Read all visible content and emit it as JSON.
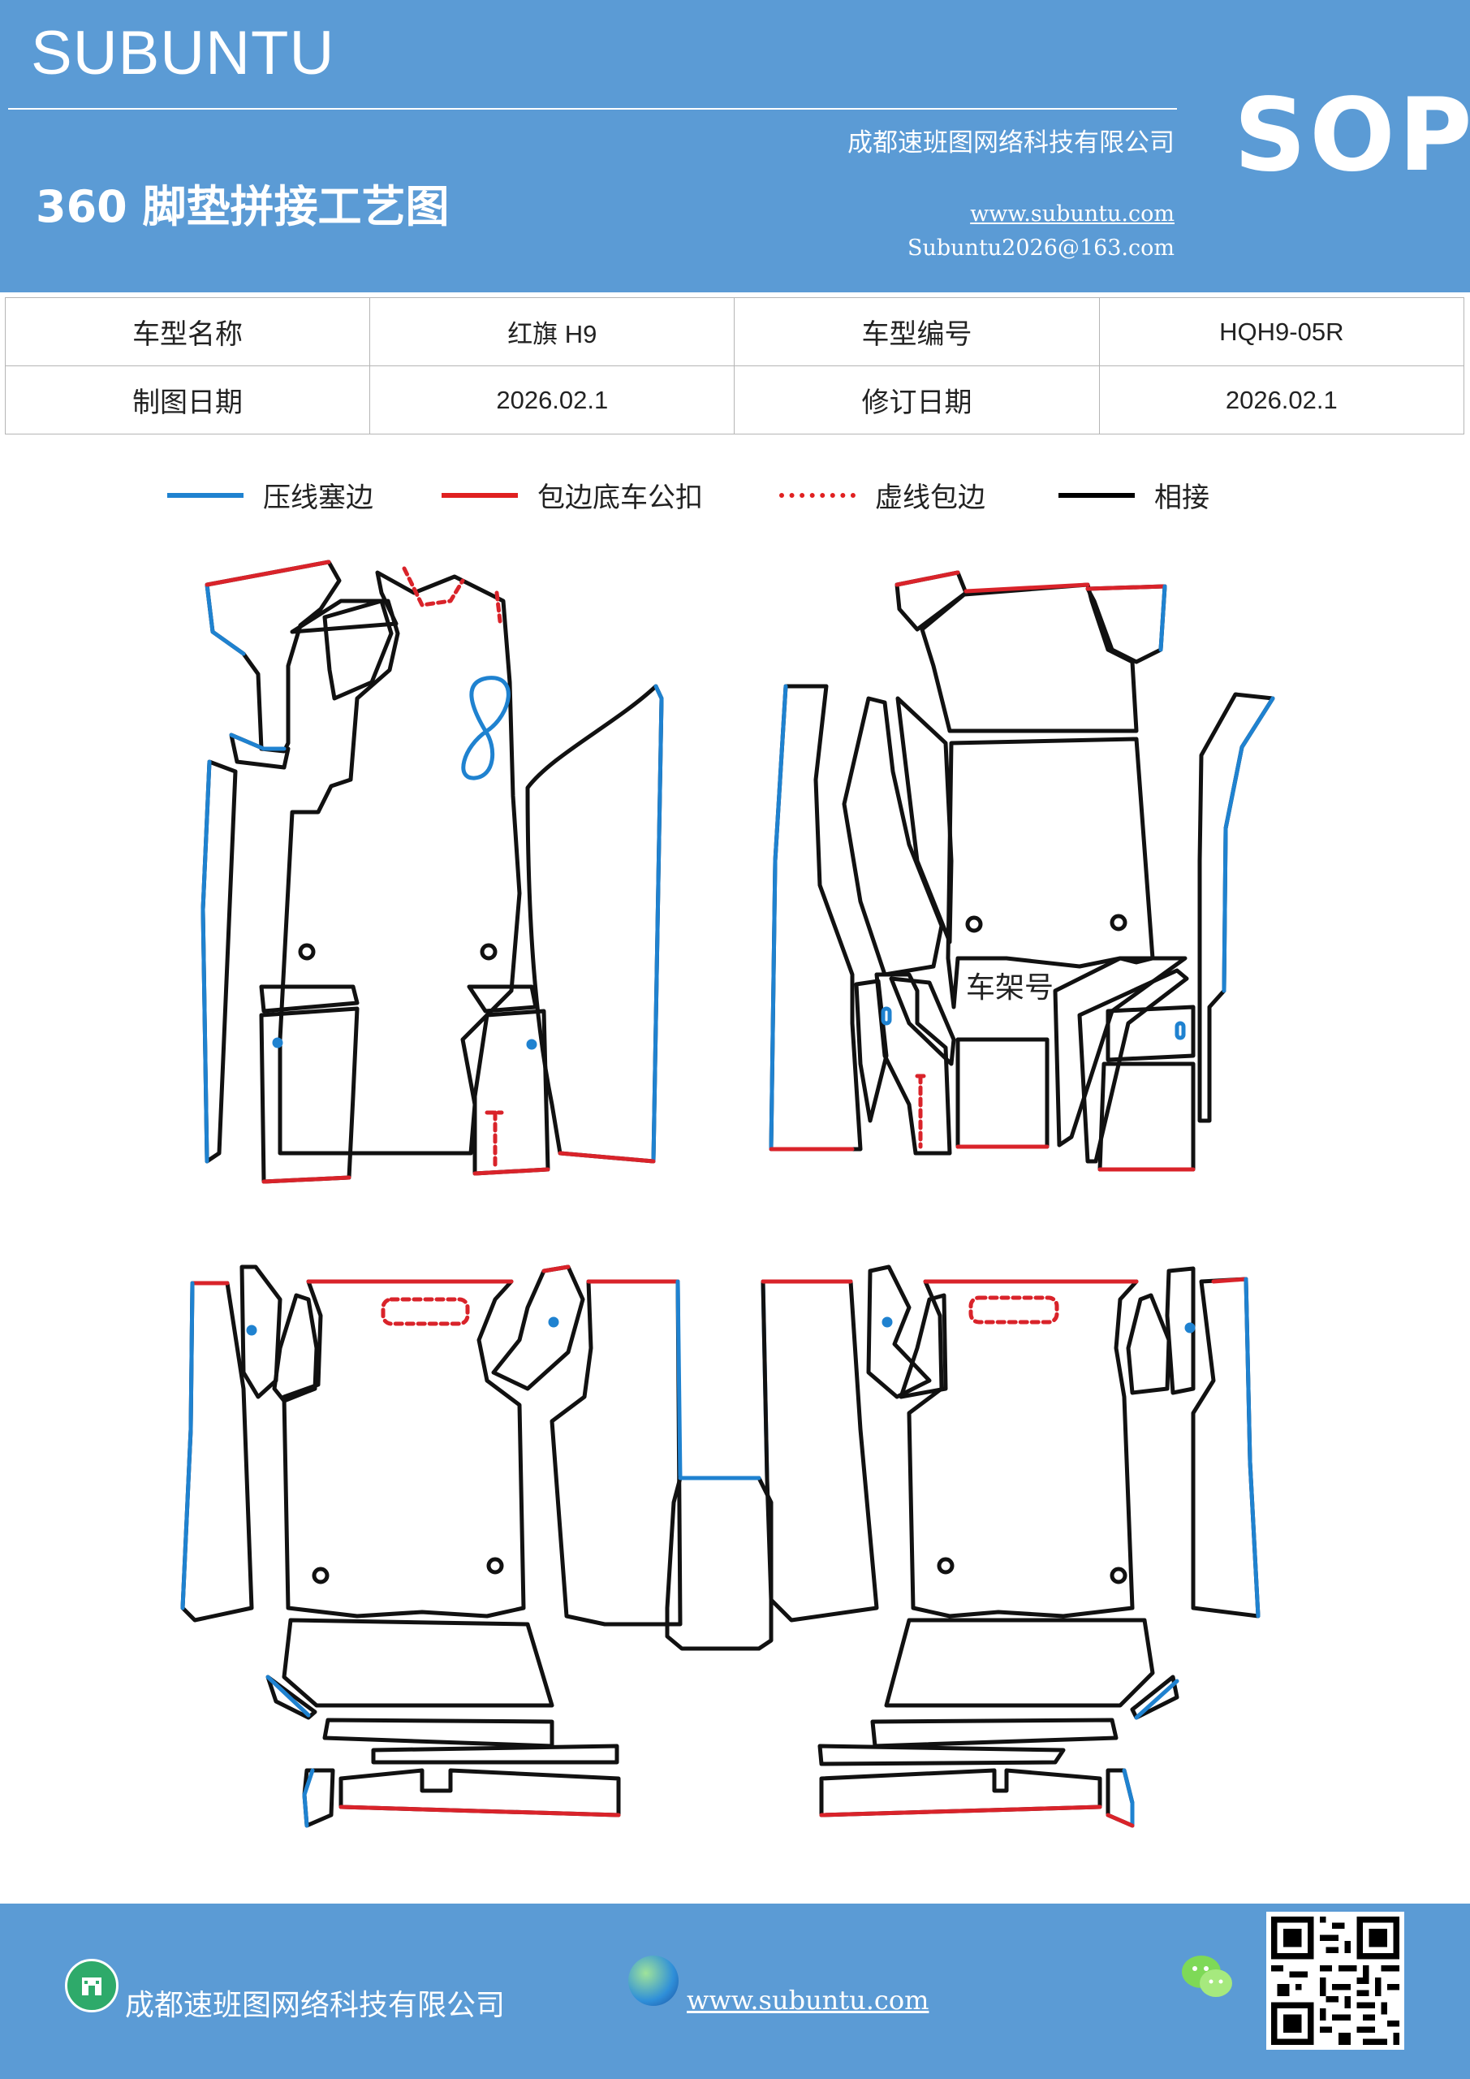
{
  "header": {
    "brand": "SUBUNTU",
    "title": "360 脚垫拼接工艺图",
    "company": "成都速班图网络科技有限公司",
    "website": "www.subuntu.com",
    "email": "Subuntu2026@163.com",
    "badge": "SOP"
  },
  "info_table": {
    "rows": [
      [
        {
          "label": "车型名称"
        },
        {
          "value": "红旗 H9"
        },
        {
          "label": "车型编号"
        },
        {
          "value": "HQH9-05R"
        }
      ],
      [
        {
          "label": "制图日期"
        },
        {
          "value": "2026.02.1"
        },
        {
          "label": "修订日期"
        },
        {
          "value": "2026.02.1"
        }
      ]
    ]
  },
  "legend": [
    {
      "label": "压线塞边",
      "color": "#1f82d0",
      "style": "solid"
    },
    {
      "label": "包边底车公扣",
      "color": "#e02020",
      "style": "solid"
    },
    {
      "label": "虚线包边",
      "color": "#e02020",
      "style": "dashed"
    },
    {
      "label": "相接",
      "color": "#000000",
      "style": "solid"
    }
  ],
  "drawing": {
    "frame_label": "车架号",
    "colors": {
      "outline": "#111111",
      "blue": "#1f82d0",
      "red": "#d9232a"
    }
  },
  "footer": {
    "company": "成都速班图网络科技有限公司",
    "website": "www.subuntu.com",
    "icons": [
      "building-icon",
      "globe-icon",
      "wechat-icon",
      "qr-code"
    ]
  }
}
